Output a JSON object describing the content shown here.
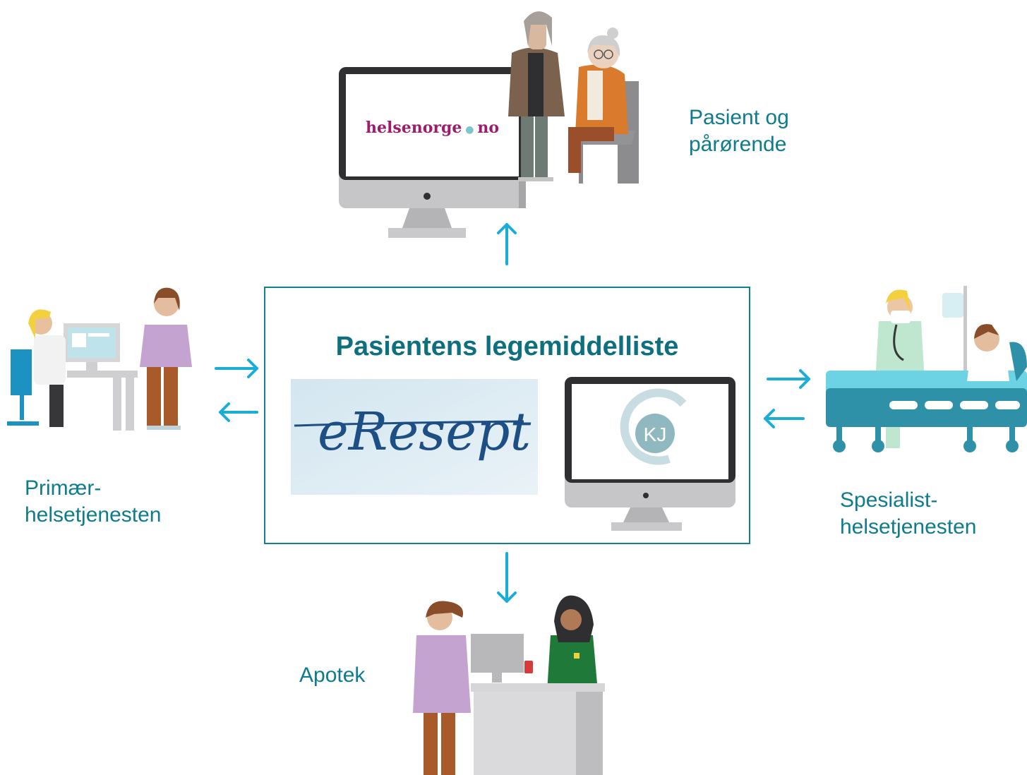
{
  "diagram": {
    "center_title": "Pasientens legemiddelliste",
    "eresept_logo_text": "eResept",
    "kj_logo_text": "KJ",
    "helsenorge_logo": "helsenorge",
    "helsenorge_logo_suffix": "no",
    "labels": {
      "patient_line1": "Pasient og",
      "patient_line2": "pårørende",
      "primary_line1": "Primær-",
      "primary_line2": "helsetjenesten",
      "specialist_line1": "Spesialist-",
      "specialist_line2": "helsetjenesten",
      "pharmacy": "Apotek"
    },
    "colors": {
      "arrow": "#1aaed6",
      "text": "#0e7c8c",
      "box_border": "#12808f",
      "brand": "#9c1d6b"
    }
  }
}
